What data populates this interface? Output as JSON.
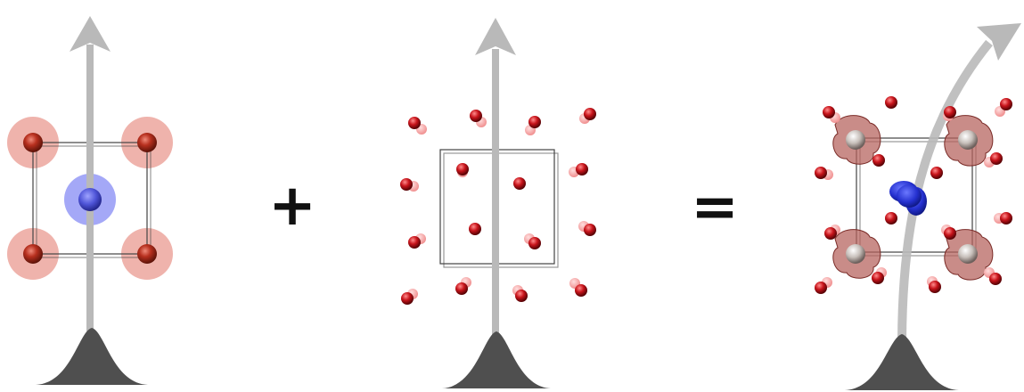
{
  "panels": [
    {
      "id": "ionic-lattice",
      "description_key": "ions",
      "ion_colors": {
        "cation": "#b5402a",
        "anion": "#4f55e6"
      }
    },
    {
      "id": "water-molecules",
      "description_key": "water",
      "molecule_color": "#c4141b"
    },
    {
      "id": "solvated-lattice",
      "description_key": "combined",
      "atom_color": "#c9bfbb",
      "density_color": "#a85a55",
      "blob_color": "#2433c9"
    }
  ],
  "operators": {
    "plus": "+",
    "equals": "="
  },
  "colors": {
    "arrow": "#b9b9b9",
    "pulse": "#505050",
    "cell_edge": "#444444",
    "background": "#ffffff"
  }
}
